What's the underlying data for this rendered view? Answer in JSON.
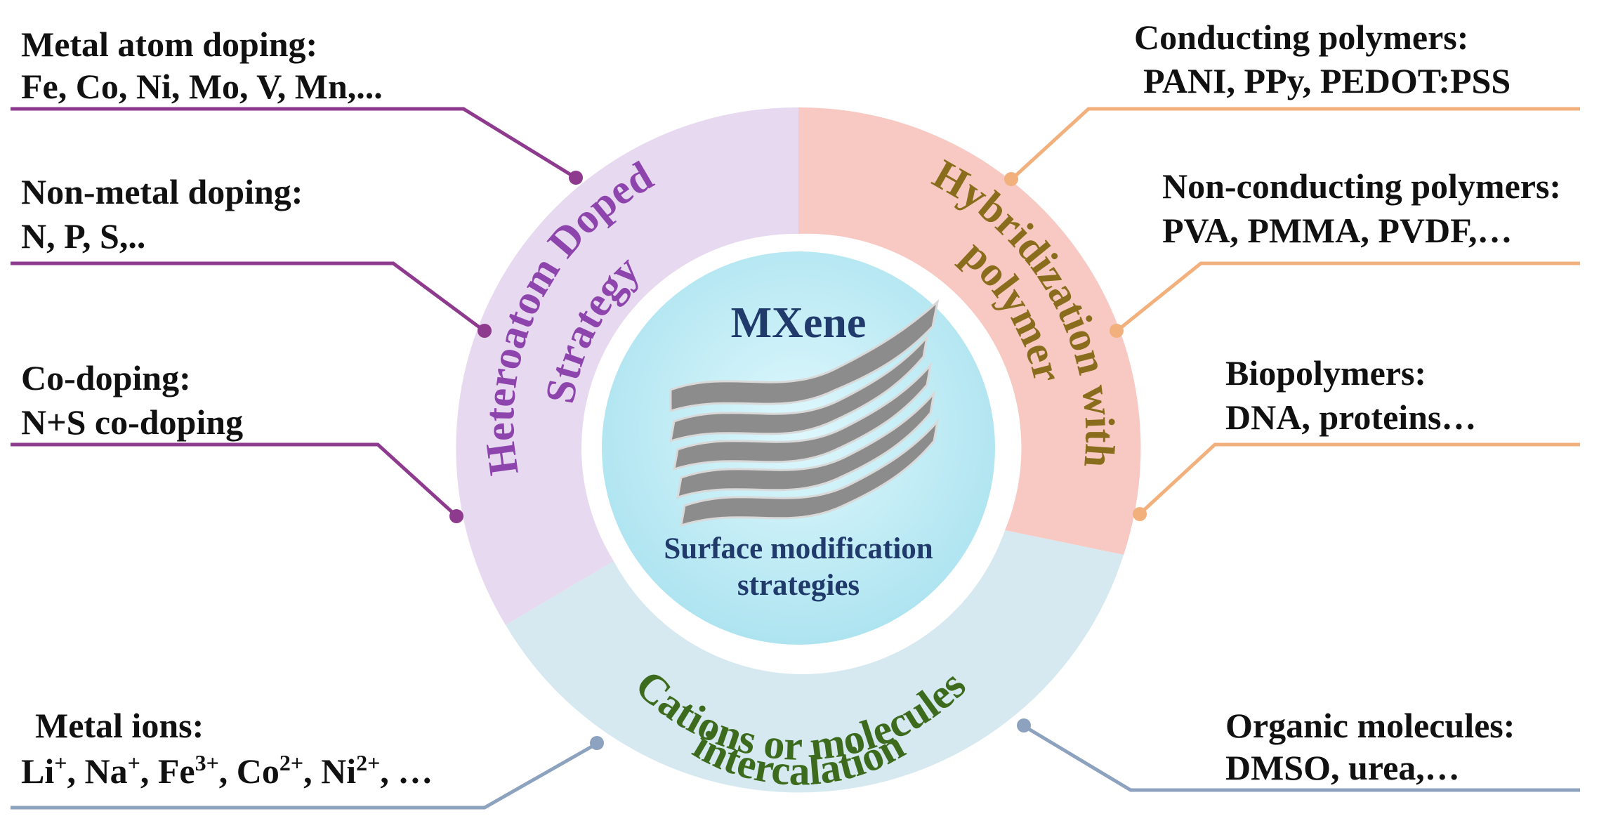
{
  "center": {
    "title": "MXene",
    "subtitle_line1": "Surface modification",
    "subtitle_line2": "strategies"
  },
  "segments": {
    "heteroatom": {
      "line1": "Heteroatom Doped",
      "line2": "Strategy",
      "color": "#8e44ad",
      "fill": "#e7d9ef"
    },
    "polymer": {
      "line1": "Hybridization with",
      "line2": "polymer",
      "color": "#8a6d1c",
      "fill": "#f8c9c2"
    },
    "intercalation": {
      "line1": "Cations or molecules",
      "line2": "intercalation",
      "color": "#3d6b1e",
      "fill": "#d6e9f0"
    }
  },
  "left_items": [
    {
      "title": "Metal atom doping:",
      "detail": "Fe, Co, Ni, Mo, V, Mn,..."
    },
    {
      "title": "Non-metal doping:",
      "detail": "N, P, S,.."
    },
    {
      "title": "Co-doping:",
      "detail": "N+S co-doping"
    }
  ],
  "right_items": [
    {
      "title": "Conducting polymers:",
      "detail": "PANI, PPy, PEDOT:PSS"
    },
    {
      "title": "Non-conducting polymers:",
      "detail": "PVA, PMMA, PVDF,…"
    },
    {
      "title": "Biopolymers:",
      "detail": "DNA, proteins…"
    }
  ],
  "bottom_left": {
    "title": "Metal ions:",
    "ions": [
      {
        "base": "Li",
        "charge": "+",
        "sep": ", "
      },
      {
        "base": "Na",
        "charge": "+",
        "sep": ", "
      },
      {
        "base": "Fe",
        "charge": "3+",
        "sep": ", "
      },
      {
        "base": "Co",
        "charge": "2+",
        "sep": ", "
      },
      {
        "base": "Ni",
        "charge": "2+",
        "sep": ", …"
      }
    ]
  },
  "bottom_right": {
    "title": "Organic molecules:",
    "detail": "DMSO, urea,…"
  },
  "colors": {
    "left_connector": "#8e3a8e",
    "right_connector": "#f2b07c",
    "bottom_connector": "#8da2bf",
    "center_fill": "#bdecf5",
    "sheet": "#8c8c8c"
  }
}
